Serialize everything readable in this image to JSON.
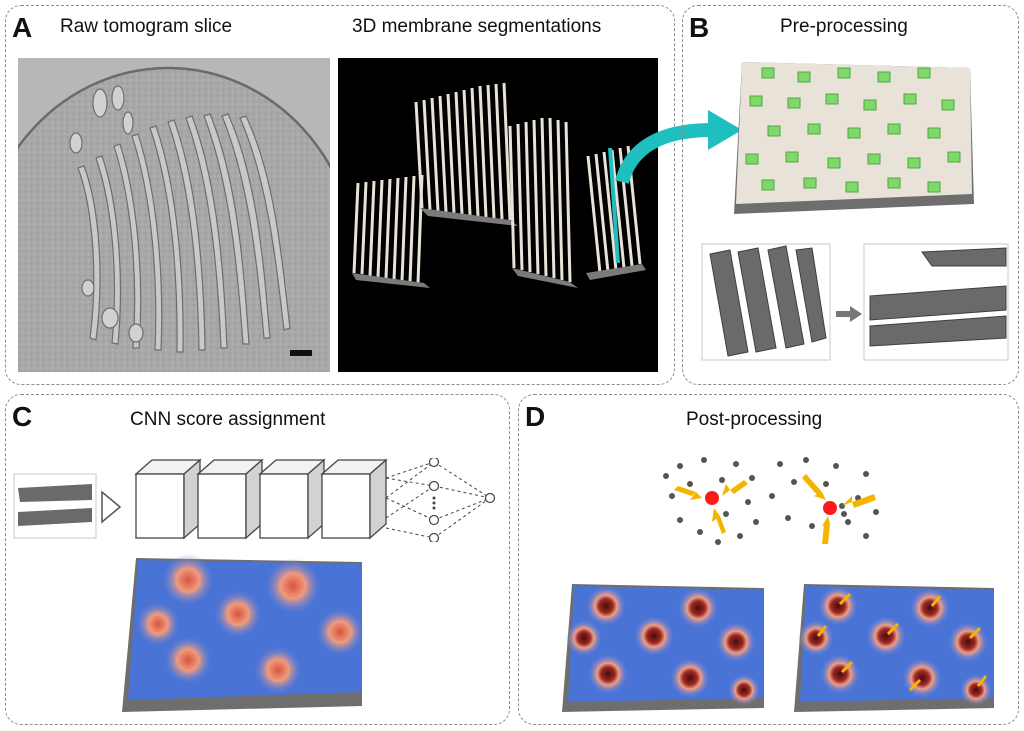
{
  "panels": {
    "a": {
      "label": "A",
      "title_left": "Raw tomogram slice",
      "title_right": "3D membrane segmentations"
    },
    "b": {
      "label": "B",
      "title": "Pre-processing"
    },
    "c": {
      "label": "C",
      "title": "CNN score assignment"
    },
    "d": {
      "label": "D",
      "title": "Post-processing"
    }
  },
  "colors": {
    "arrow_teal": "#1fbfbf",
    "particle_green": "#7ed86a",
    "membrane_gray": "#6e6e6e",
    "score_low": "#4a73d6",
    "score_high": "#e07a5f",
    "center_red": "#ff1a1a",
    "vector_orange": "#f5b400",
    "peak_dark": "#4a0a0a"
  }
}
